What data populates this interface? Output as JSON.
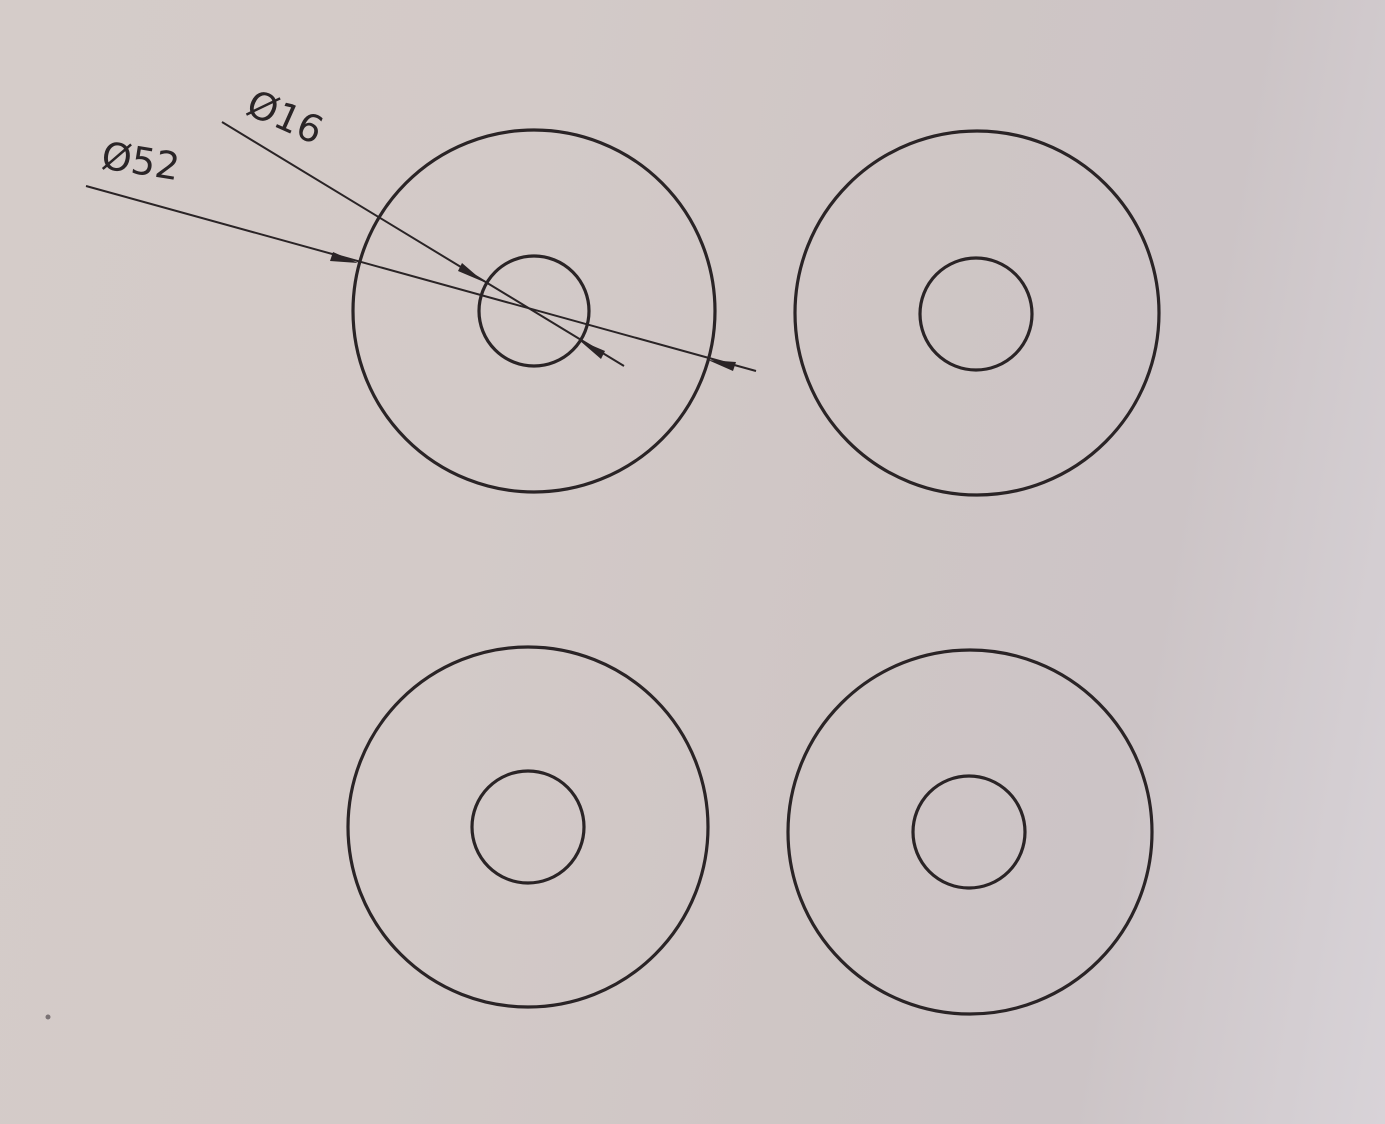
{
  "drawing": {
    "dimensions": [
      {
        "label": "Ø16"
      },
      {
        "label": "Ø52"
      }
    ],
    "washers": [
      {
        "outer_diameter": 52,
        "inner_diameter": 16
      },
      {
        "outer_diameter": 52,
        "inner_diameter": 16
      },
      {
        "outer_diameter": 52,
        "inner_diameter": 16
      },
      {
        "outer_diameter": 52,
        "inner_diameter": 16
      }
    ],
    "colors": {
      "line": "#2a2426",
      "paper": "#d3cac8"
    }
  }
}
